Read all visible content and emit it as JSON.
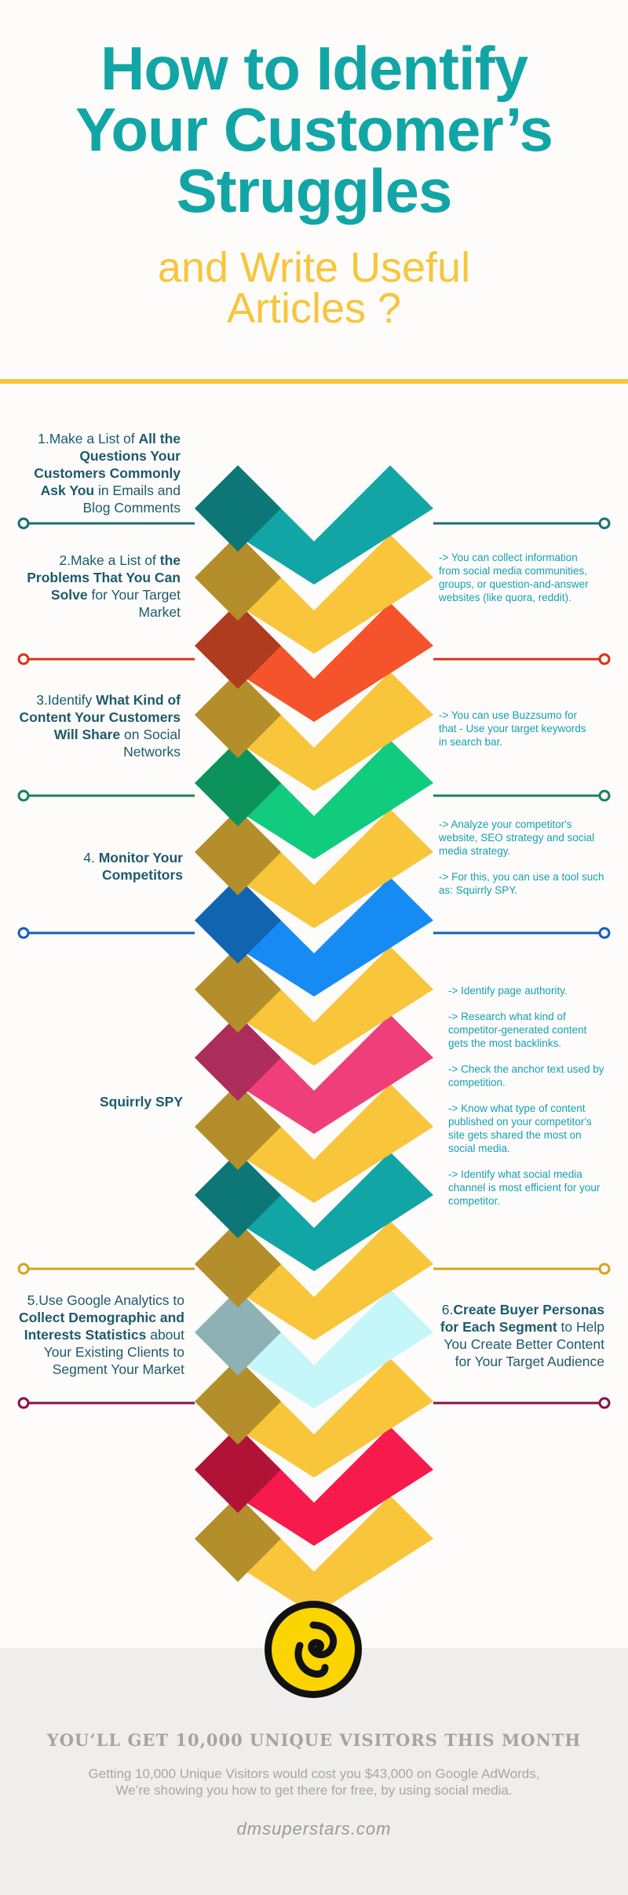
{
  "header": {
    "title_lines": [
      "How to Identify",
      "Your Customer’s",
      "Struggles"
    ],
    "subtitle_lines": [
      "and Write Useful",
      "Articles ?"
    ]
  },
  "steps": {
    "s1": {
      "a": "1.Make a List of ",
      "b": "All the Questions Your Customers Commonly Ask You",
      "c": " in Emails and Blog Comments"
    },
    "s2": {
      "a": "2.Make a List of ",
      "b": "the Problems That You Can Solve",
      "c": " for Your Target Market"
    },
    "s3": {
      "a": "3.Identify ",
      "b": "What Kind of Content Your Customers Will Share",
      "c": " on Social Networks"
    },
    "s4": {
      "a": "4. ",
      "b": "Monitor Your Competitors",
      "c": ""
    },
    "s5": {
      "a": "5.Use Google Analytics to ",
      "b": "Collect Demographic and Interests Statistics",
      "c": " about Your Existing Clients to Segment Your Market"
    },
    "s6": {
      "a": "6.",
      "b": "Create Buyer Personas for Each Segment",
      "c": " to Help You Create Better Content for Your Target Audience"
    },
    "squirrly": "Squirrly SPY"
  },
  "notes": {
    "n1": "-> You can collect information from social media communities, groups, or question-and-answer websites (like quora, reddit).",
    "n2": "-> You can use Buzzsumo for that - Use your target keywords in search bar.",
    "n3a": "-> Analyze your competitor's website, SEO strategy and social media strategy.",
    "n3b": "-> For this, you can use a tool such as: Squirrly SPY.",
    "n4": [
      "-> Identify page authority.",
      "-> Research what kind of competitor-generated content gets the most backlinks.",
      "-> Check the anchor text used by competition.",
      "-> Know what type of content published on your competitor's site gets shared the most on social media.",
      "-> Identify what social media channel is most efficient for your competitor."
    ]
  },
  "colors": {
    "teal": "#12a5a6",
    "yellow": "#f8c53b",
    "orange_red": "#f4532b",
    "green": "#11cc7e",
    "blue": "#168bf4",
    "pink": "#ef3f7b",
    "light_cyan": "#c4f6fa",
    "crimson": "#f61b4c"
  },
  "footer": {
    "headline": "YOU’LL GET 10,000 UNIQUE VISITORS THIS MONTH",
    "line1": "Getting 10,000 Unique Visitors would cost you $43,000 on Google AdWords,",
    "line2": "We’re showing you how to get there for free, by using social media.",
    "site": "dmsuperstars.com",
    "logo_icon": "squirrel-logo-icon"
  }
}
